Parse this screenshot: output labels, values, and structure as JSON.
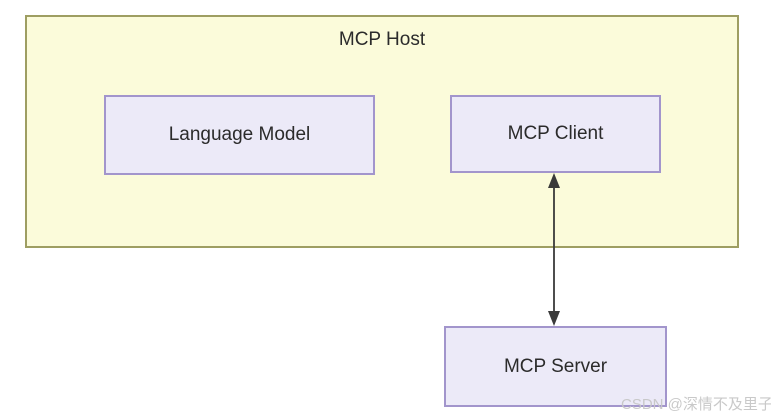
{
  "diagram": {
    "host_label": "MCP Host",
    "nodes": [
      {
        "id": "language-model",
        "label": "Language Model"
      },
      {
        "id": "mcp-client",
        "label": "MCP Client"
      },
      {
        "id": "mcp-server",
        "label": "MCP Server"
      }
    ],
    "edges": [
      {
        "from": "mcp-client",
        "to": "mcp-server",
        "style": "double-headed-arrow"
      }
    ],
    "watermark": "CSDN @深情不及里子",
    "colors": {
      "host_fill": "#fbfbda",
      "host_border": "#9e9e62",
      "node_fill": "#eceaf8",
      "node_border": "#a295cc",
      "arrow": "#3a3a3a",
      "text": "#2b2b2b",
      "watermark": "#c6c6c6"
    }
  }
}
